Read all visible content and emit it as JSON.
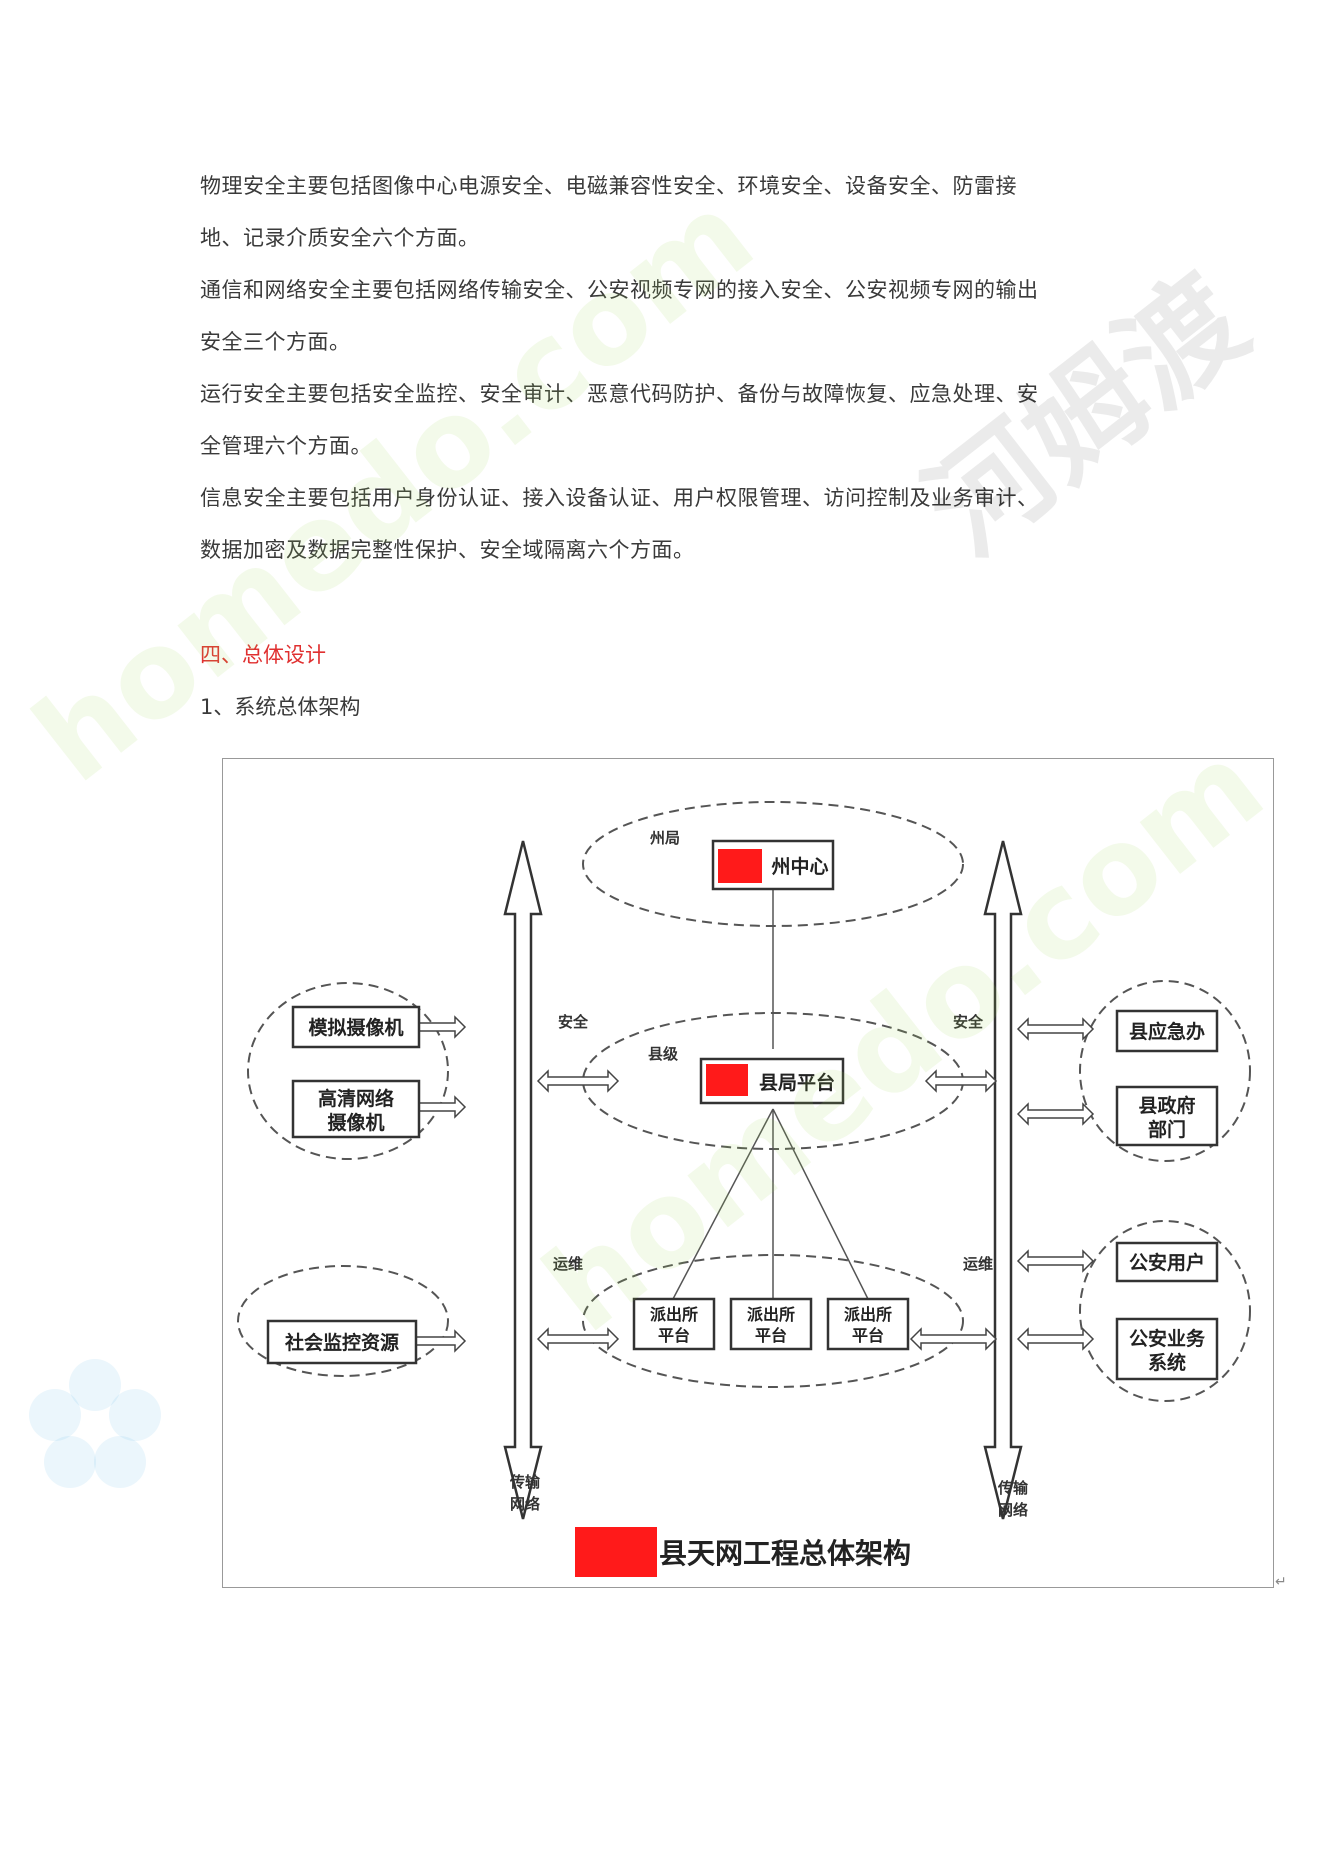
{
  "paragraphs": [
    {
      "line1": "物理安全主要包括图像中心电源安全、电磁兼容性安全、环境安全、设备安全、防雷接",
      "line2": "地、记录介质安全六个方面。"
    },
    {
      "line1": "通信和网络安全主要包括网络传输安全、公安视频专网的接入安全、公安视频专网的输出",
      "line2": "安全三个方面。"
    },
    {
      "line1": "运行安全主要包括安全监控、安全审计、恶意代码防护、备份与故障恢复、应急处理、安",
      "line2": "全管理六个方面。"
    },
    {
      "line1": "信息安全主要包括用户身份认证、接入设备认证、用户权限管理、访问控制及业务审计、",
      "line2": "数据加密及数据完整性保护、安全域隔离六个方面。"
    }
  ],
  "section_heading": "四、总体设计",
  "subsection_heading": "1、系统总体架构",
  "diagram": {
    "zhou_label": "州局",
    "zhou_center": "州中心",
    "county_label": "县级",
    "county_platform": "县局平台",
    "station1": [
      "派出所",
      "平台"
    ],
    "station2": [
      "派出所",
      "平台"
    ],
    "station3": [
      "派出所",
      "平台"
    ],
    "left_security": "安全",
    "right_security": "安全",
    "left_ops": "运维",
    "right_ops": "运维",
    "left_network": [
      "传输",
      "网络"
    ],
    "right_network": [
      "传输",
      "网络"
    ],
    "analog_camera": "模拟摄像机",
    "hd_camera": [
      "高清网络",
      "摄像机"
    ],
    "social_monitor": "社会监控资源",
    "emergency_office": "县应急办",
    "county_gov": [
      "县政府",
      "部门"
    ],
    "police_user": "公安用户",
    "police_system": [
      "公安业务",
      "系统"
    ],
    "caption": "县天网工程总体架构",
    "redaction_color": "#ff1a1a"
  },
  "watermark": {
    "brand_cn": "河姆渡",
    "brand_en": "homedo.com"
  }
}
